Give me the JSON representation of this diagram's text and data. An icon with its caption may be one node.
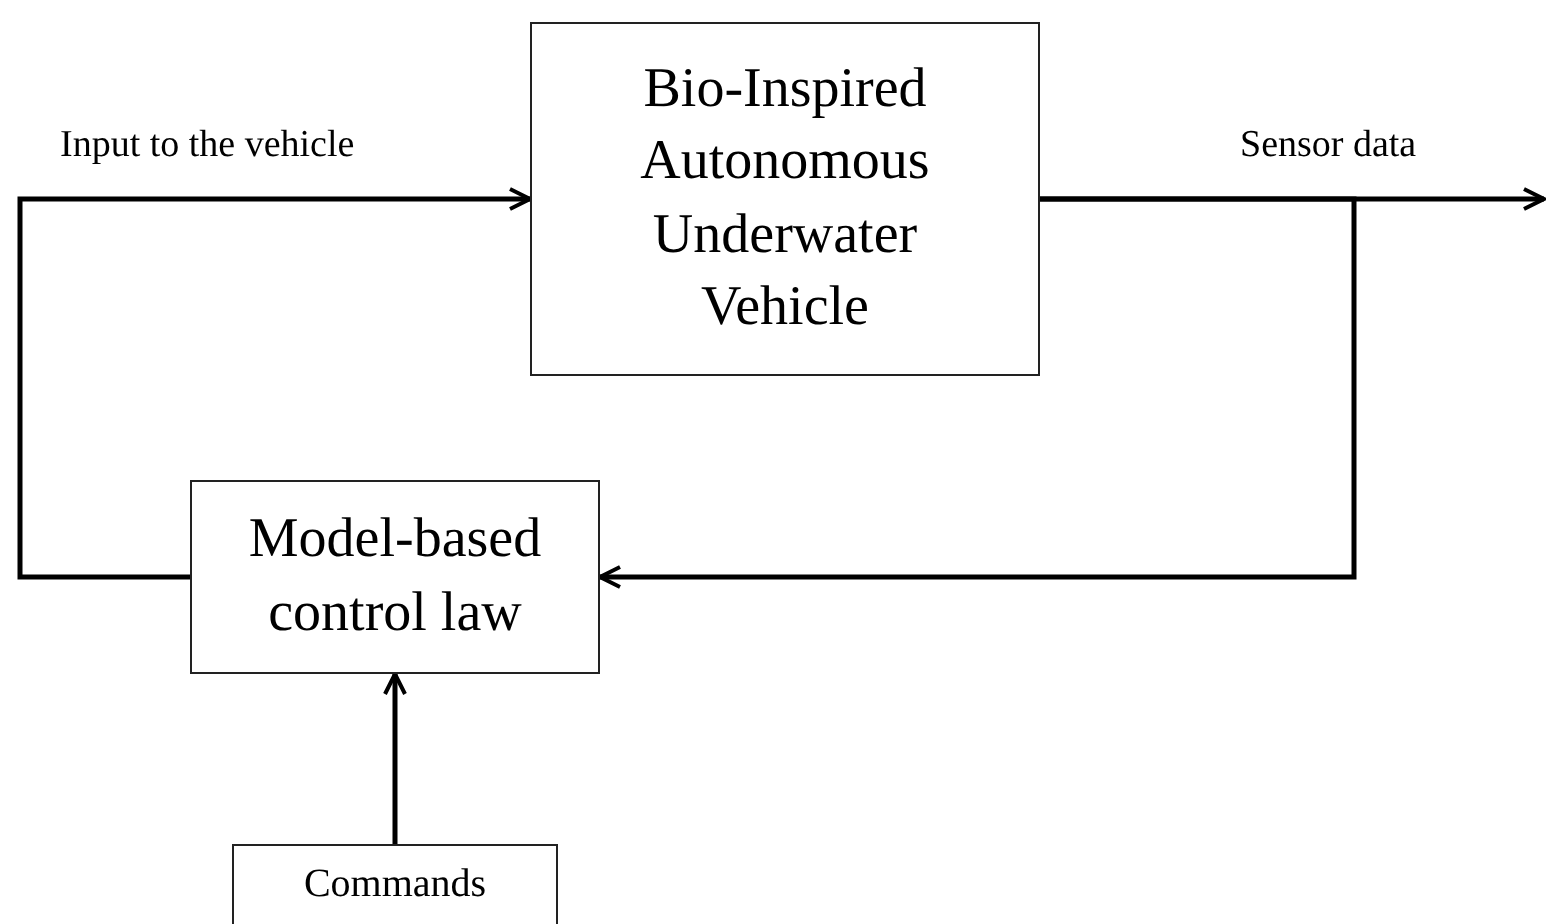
{
  "diagram": {
    "nodes": [
      {
        "text": [
          "Bio-Inspired Autonomous Underwater Vehicle"
        ]
      },
      {
        "text": [
          "Model-based control law"
        ]
      },
      {
        "text": [
          "Commands"
        ]
      }
    ],
    "edges": [
      {
        "from": 1,
        "to": 0,
        "arrow": "to",
        "label": "Input to the vehicle"
      },
      {
        "from": 0,
        "to": null,
        "arrow": "to",
        "label": "Sensor data"
      },
      {
        "from": 0,
        "to": 1,
        "arrow": "to"
      },
      {
        "from": 2,
        "to": 1,
        "arrow": "to"
      }
    ]
  }
}
